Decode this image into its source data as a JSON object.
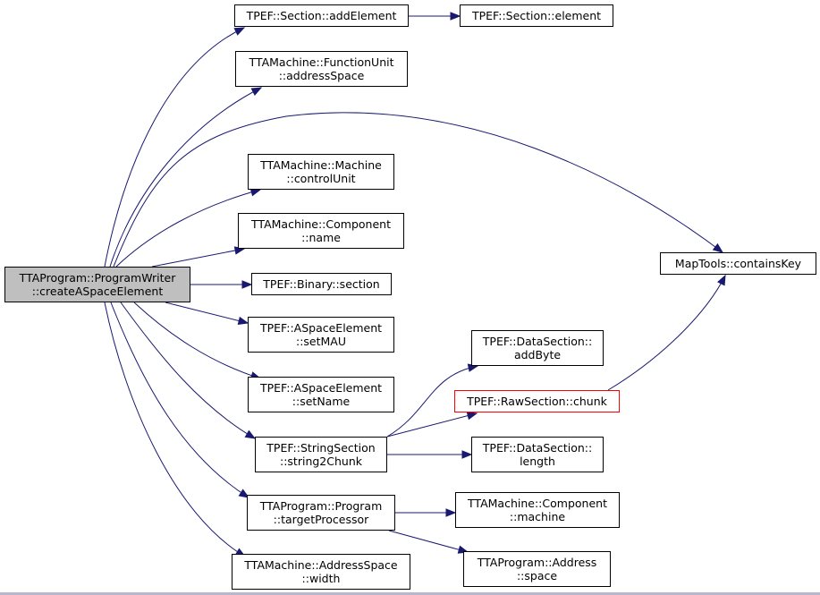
{
  "diagram": {
    "edge_color": "#191970",
    "root_fill": "#bfbfbf",
    "highlight_border": "#ff0000",
    "nodes": [
      {
        "id": "root",
        "lines": [
          "TTAProgram::ProgramWriter",
          "::createASpaceElement"
        ],
        "role": "root"
      },
      {
        "id": "addElement",
        "lines": [
          "TPEF::Section::addElement"
        ]
      },
      {
        "id": "element",
        "lines": [
          "TPEF::Section::element"
        ]
      },
      {
        "id": "addressSpaceFU",
        "lines": [
          "TTAMachine::FunctionUnit",
          "::addressSpace"
        ]
      },
      {
        "id": "controlUnit",
        "lines": [
          "TTAMachine::Machine",
          "::controlUnit"
        ]
      },
      {
        "id": "componentName",
        "lines": [
          "TTAMachine::Component",
          "::name"
        ]
      },
      {
        "id": "binarySection",
        "lines": [
          "TPEF::Binary::section"
        ]
      },
      {
        "id": "setMAU",
        "lines": [
          "TPEF::ASpaceElement",
          "::setMAU"
        ]
      },
      {
        "id": "setName",
        "lines": [
          "TPEF::ASpaceElement",
          "::setName"
        ]
      },
      {
        "id": "string2Chunk",
        "lines": [
          "TPEF::StringSection",
          "::string2Chunk"
        ]
      },
      {
        "id": "targetProcessor",
        "lines": [
          "TTAProgram::Program",
          "::targetProcessor"
        ]
      },
      {
        "id": "asWidth",
        "lines": [
          "TTAMachine::AddressSpace",
          "::width"
        ]
      },
      {
        "id": "containsKey",
        "lines": [
          "MapTools::containsKey"
        ]
      },
      {
        "id": "addByte",
        "lines": [
          "TPEF::DataSection::",
          "addByte"
        ]
      },
      {
        "id": "chunk",
        "lines": [
          "TPEF::RawSection::chunk"
        ],
        "role": "highlight"
      },
      {
        "id": "dsLength",
        "lines": [
          "TPEF::DataSection::",
          "length"
        ]
      },
      {
        "id": "componentMachine",
        "lines": [
          "TTAMachine::Component",
          "::machine"
        ]
      },
      {
        "id": "addressSpace",
        "lines": [
          "TTAProgram::Address",
          "::space"
        ]
      }
    ],
    "edges": [
      {
        "from": "root",
        "to": "addElement"
      },
      {
        "from": "addElement",
        "to": "element"
      },
      {
        "from": "root",
        "to": "addressSpaceFU"
      },
      {
        "from": "root",
        "to": "containsKey"
      },
      {
        "from": "root",
        "to": "controlUnit"
      },
      {
        "from": "root",
        "to": "componentName"
      },
      {
        "from": "root",
        "to": "binarySection"
      },
      {
        "from": "root",
        "to": "setMAU"
      },
      {
        "from": "root",
        "to": "setName"
      },
      {
        "from": "root",
        "to": "string2Chunk"
      },
      {
        "from": "root",
        "to": "targetProcessor"
      },
      {
        "from": "root",
        "to": "asWidth"
      },
      {
        "from": "string2Chunk",
        "to": "addByte"
      },
      {
        "from": "string2Chunk",
        "to": "chunk"
      },
      {
        "from": "string2Chunk",
        "to": "dsLength"
      },
      {
        "from": "chunk",
        "to": "containsKey"
      },
      {
        "from": "targetProcessor",
        "to": "componentMachine"
      },
      {
        "from": "targetProcessor",
        "to": "addressSpace"
      }
    ]
  }
}
